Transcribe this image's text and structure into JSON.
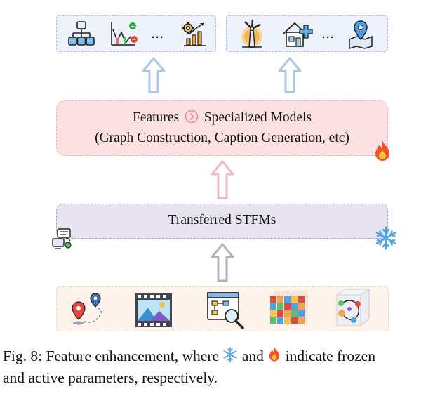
{
  "figure": {
    "features_box": {
      "word_left": "Features",
      "word_right": "Specialized Models",
      "line2": "(Graph Construction, Caption Generation, etc)"
    },
    "stfm_box": {
      "label": "Transferred STFMs"
    },
    "top_left_ellipsis": "...",
    "top_right_ellipsis": "..."
  },
  "caption": {
    "prefix": "Fig. 8: Feature enhancement, where",
    "middle": "and",
    "suffix": "indicate frozen",
    "line2": "and active parameters, respectively."
  },
  "colors": {
    "top_box_fill": "#edf2fa",
    "features_box_fill": "#fde0e2",
    "stfm_box_fill": "#e8e4ef",
    "bottom_box_fill": "#fdf3ea",
    "arrow_blue": "#aac6ea",
    "arrow_pink": "#f3b7bd",
    "arrow_gray": "#b3b3b3",
    "fire": "#f0512c",
    "snowflake": "#4aa3e8"
  }
}
